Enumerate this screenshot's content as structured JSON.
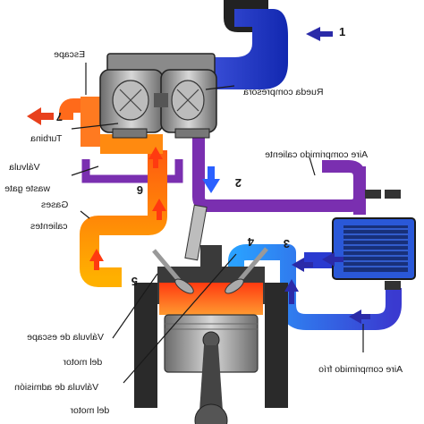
{
  "labels": {
    "escape": "Escape",
    "rueda_compresora": "Rueda compresora",
    "turbina": "Turbina",
    "aire_comprimido_caliente": "Aire comprimido caliente",
    "valvula_waste_gate_1": "Válvula",
    "valvula_waste_gate_2": "waste gate",
    "gases_calientes_1": "Gases",
    "gases_calientes_2": "calientes",
    "valvula_escape_1": "Válvula de escape",
    "valvula_escape_2": "del motor",
    "valvula_admision_1": "Válvula de admisión",
    "valvula_admision_2": "del motor",
    "aire_comprimido_frio": "Aire comprimido frío"
  },
  "numbers": {
    "n1": "1",
    "n2": "2",
    "n3": "3",
    "n4": "4",
    "n5": "5",
    "n6": "6",
    "n7": "7"
  },
  "colors": {
    "cold_air": "#1e3fd0",
    "hot_compressed_air": "#7a2fb0",
    "hot_gas": "#ff8a00",
    "exhaust": "#ff4a1a",
    "arrow_blue": "#2a2aa8",
    "arrow_red": "#e8401c"
  }
}
